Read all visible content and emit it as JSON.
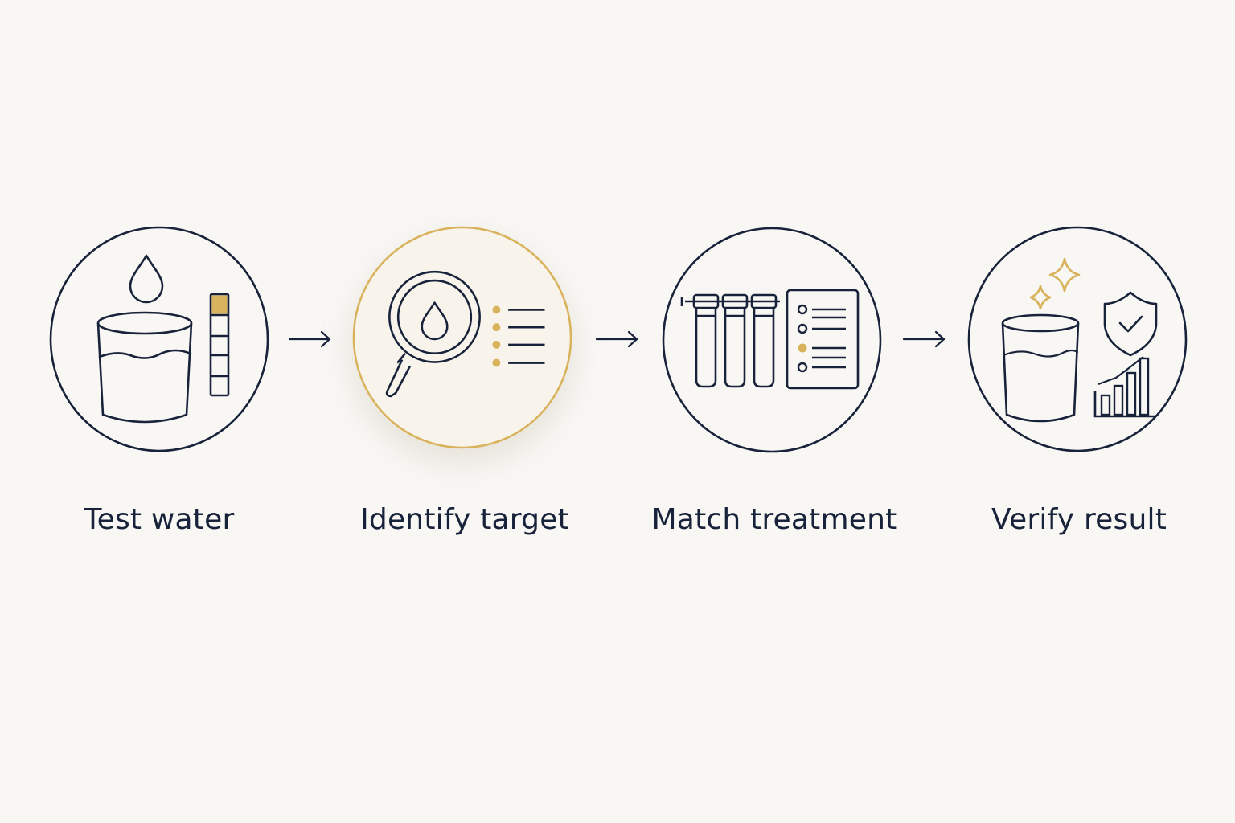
{
  "colors": {
    "background": "#f8f7f4",
    "ink": "#18223a",
    "gold": "#d9b25c",
    "highlight_fill": "#f8f4ec"
  },
  "steps": [
    {
      "label": "Test water",
      "icon": "water-test-icon",
      "highlighted": false
    },
    {
      "label": "Identify target",
      "icon": "magnify-contaminant-icon",
      "highlighted": true
    },
    {
      "label": "Match treatment",
      "icon": "filter-cartridges-icon",
      "highlighted": false
    },
    {
      "label": "Verify result",
      "icon": "verified-water-icon",
      "highlighted": false
    }
  ],
  "connector_icon": "arrow-right-icon"
}
